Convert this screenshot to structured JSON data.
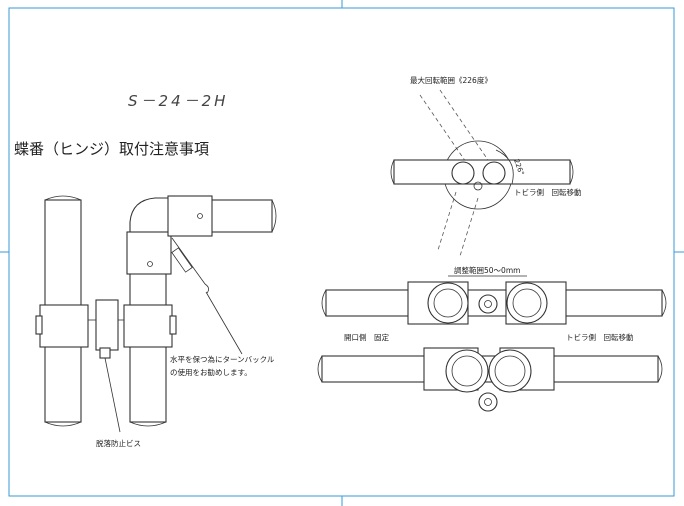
{
  "drawing": {
    "model_code": "S－24－2H",
    "heading": "蝶番（ヒンジ）取付注意事項"
  },
  "labels": {
    "max_rotation": "最大回転範囲《226度》",
    "angle_mark": "226°",
    "door_side_rotation": "トビラ側　回転移動",
    "adjust_range": "調整範囲50～0mm",
    "fixed_side": "開口側　固定",
    "door_side_rotation_2": "トビラ側　回転移動",
    "turnbuckle_note_line1": "水平を保つ為にターンバックル",
    "turnbuckle_note_line2": "の使用をお勧めします。",
    "drop_prevention_screw": "脱落防止ビス"
  },
  "colors": {
    "border": "#3a9ad9",
    "line": "#333333"
  }
}
